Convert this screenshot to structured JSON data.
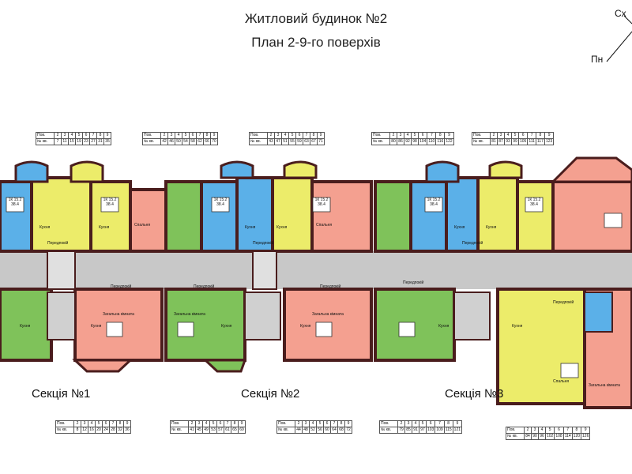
{
  "header": {
    "title": "Житловий будинок №2",
    "subtitle": "План 2-9-го поверхів"
  },
  "compass": {
    "east": "Сх",
    "north": "Пн"
  },
  "sections": [
    "Секція №1",
    "Секція №2",
    "Секція №3"
  ],
  "unit_label_1k": {
    "type": "1К",
    "living": "15.2",
    "total": "38.4"
  },
  "rooms": {
    "bedroom": "Спальня",
    "living_room": "Загальна кімната",
    "kitchen": "Кухня",
    "hall": "Передпокій"
  },
  "floor_table": {
    "header_floor": "Пов.",
    "header_apt": "№ кв.",
    "floors": [
      "2",
      "3",
      "4",
      "5",
      "6",
      "7",
      "8",
      "9"
    ],
    "top_tables": [
      {
        "apts": [
          "7",
          "11",
          "15",
          "19",
          "23",
          "27",
          "31",
          "35"
        ]
      },
      {
        "apts": [
          "42",
          "46",
          "50",
          "54",
          "58",
          "62",
          "66",
          "70"
        ]
      },
      {
        "apts": [
          "43",
          "47",
          "51",
          "55",
          "59",
          "63",
          "67",
          "71"
        ]
      },
      {
        "apts": [
          "80",
          "86",
          "92",
          "98",
          "104",
          "110",
          "116",
          "122"
        ]
      },
      {
        "apts": [
          "81",
          "87",
          "93",
          "99",
          "105",
          "111",
          "117",
          "123"
        ]
      }
    ],
    "bottom_tables": [
      {
        "apts": [
          "8",
          "12",
          "16",
          "20",
          "24",
          "28",
          "32",
          "36"
        ]
      },
      {
        "apts": [
          "41",
          "45",
          "49",
          "53",
          "57",
          "61",
          "65",
          "69"
        ]
      },
      {
        "apts": [
          "44",
          "48",
          "52",
          "56",
          "60",
          "64",
          "68",
          "72"
        ]
      },
      {
        "apts": [
          "79",
          "85",
          "91",
          "97",
          "103",
          "109",
          "115",
          "121"
        ]
      },
      {
        "apts": [
          "84",
          "90",
          "96",
          "102",
          "108",
          "114",
          "120",
          "126"
        ]
      }
    ]
  }
}
